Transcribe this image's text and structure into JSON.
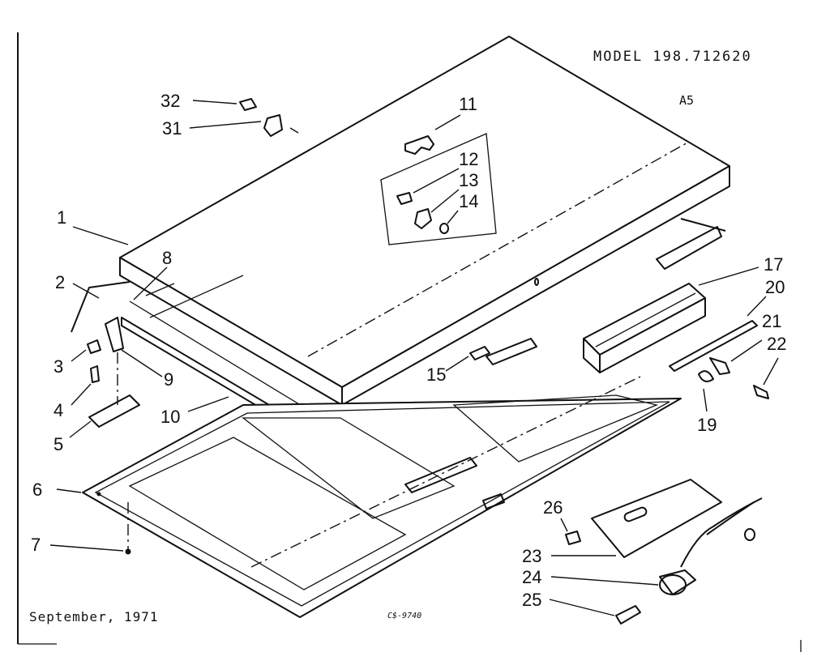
{
  "header": {
    "model": "MODEL 198.712620",
    "revision": "A5"
  },
  "footer": {
    "date": "September, 1971",
    "figure_code": "C$-9740"
  },
  "callouts": {
    "c1": "1",
    "c2": "2",
    "c3": "3",
    "c4": "4",
    "c5": "5",
    "c6": "6",
    "c7": "7",
    "c8": "8",
    "c9": "9",
    "c10": "10",
    "c11": "11",
    "c12": "12",
    "c13": "13",
    "c14": "14",
    "c15": "15",
    "c17": "17",
    "c19": "19",
    "c20": "20",
    "c21": "21",
    "c22": "22",
    "c23": "23",
    "c24": "24",
    "c25": "25",
    "c26": "26",
    "c31": "31",
    "c32": "32"
  }
}
